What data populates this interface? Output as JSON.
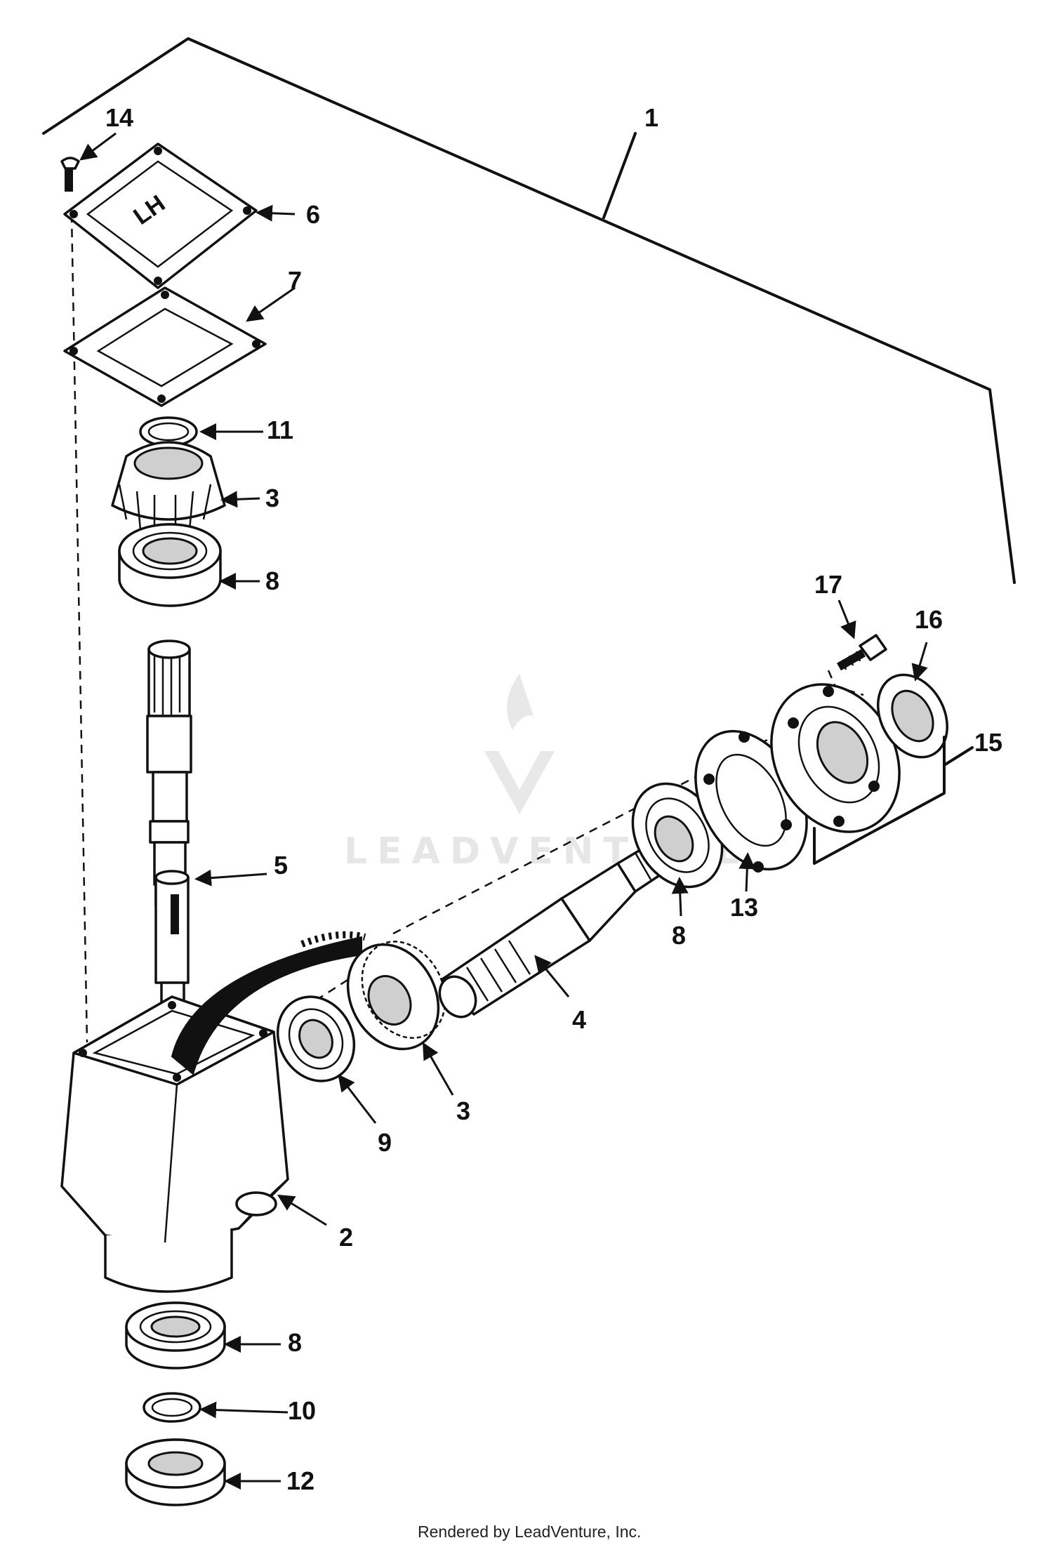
{
  "diagram": {
    "callouts": [
      {
        "id": "c1",
        "label": "1"
      },
      {
        "id": "c14",
        "label": "14"
      },
      {
        "id": "c6",
        "label": "6"
      },
      {
        "id": "c7",
        "label": "7"
      },
      {
        "id": "c11",
        "label": "11"
      },
      {
        "id": "c3a",
        "label": "3"
      },
      {
        "id": "c8a",
        "label": "8"
      },
      {
        "id": "c5",
        "label": "5"
      },
      {
        "id": "c17",
        "label": "17"
      },
      {
        "id": "c16",
        "label": "16"
      },
      {
        "id": "c15",
        "label": "15"
      },
      {
        "id": "c13",
        "label": "13"
      },
      {
        "id": "c8b",
        "label": "8"
      },
      {
        "id": "c4",
        "label": "4"
      },
      {
        "id": "c3b",
        "label": "3"
      },
      {
        "id": "c9",
        "label": "9"
      },
      {
        "id": "c2",
        "label": "2"
      },
      {
        "id": "c8c",
        "label": "8"
      },
      {
        "id": "c10",
        "label": "10"
      },
      {
        "id": "c12",
        "label": "12"
      }
    ],
    "cover_marking": "LH",
    "watermark": "LEADVENTURE",
    "footer": "Rendered by LeadVenture, Inc."
  }
}
